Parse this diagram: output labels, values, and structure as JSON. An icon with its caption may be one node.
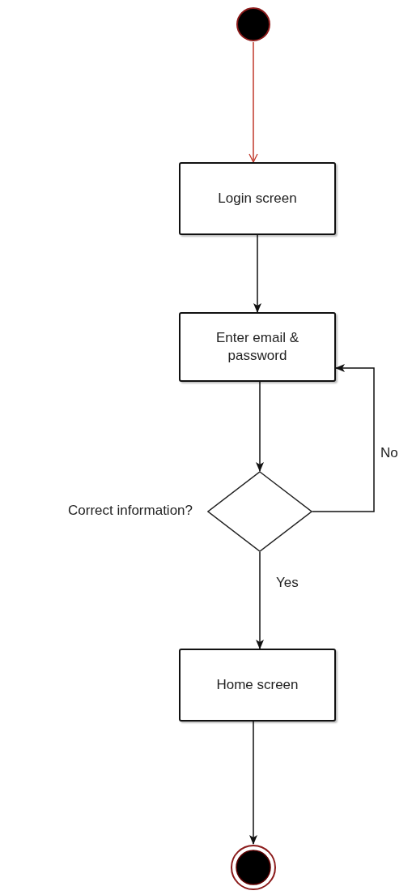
{
  "diagram": {
    "nodes": [
      {
        "text": [],
        "shape": "circle"
      },
      {
        "text": [
          "Login screen"
        ]
      },
      {
        "text": [
          "Enter email & password"
        ]
      },
      {
        "text": [
          "Correct information?"
        ]
      },
      {
        "text": [
          "Home screen"
        ]
      },
      {
        "text": [],
        "shape": "circle"
      }
    ],
    "edges": [
      {
        "from": 0,
        "to": 1,
        "arrow": "to",
        "color": "#c0392b"
      },
      {
        "from": 1,
        "to": 2,
        "arrow": "to"
      },
      {
        "from": 2,
        "to": 3,
        "arrow": "to"
      },
      {
        "from": 3,
        "to": 2,
        "arrow": "to",
        "label": "No"
      },
      {
        "from": 3,
        "to": 4,
        "arrow": "to",
        "label": "Yes"
      },
      {
        "from": 4,
        "to": 5,
        "arrow": "to"
      }
    ]
  }
}
